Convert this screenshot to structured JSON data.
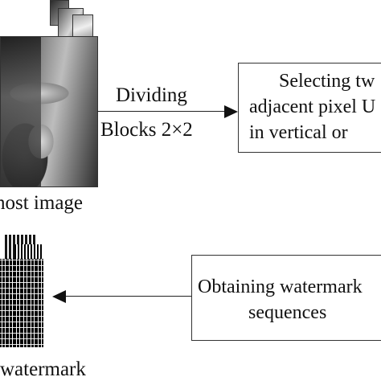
{
  "host": {
    "caption": "host image"
  },
  "arrow1": {
    "label_top": "Dividing",
    "label_bottom": "Blocks 2×2"
  },
  "box_select": {
    "line1": "Selecting tw",
    "line2": "adjacent pixel U",
    "line3": "in vertical or"
  },
  "box_obtain": {
    "line1": "Obtaining watermark",
    "line2": "sequences"
  },
  "watermark": {
    "caption": "watermark"
  }
}
